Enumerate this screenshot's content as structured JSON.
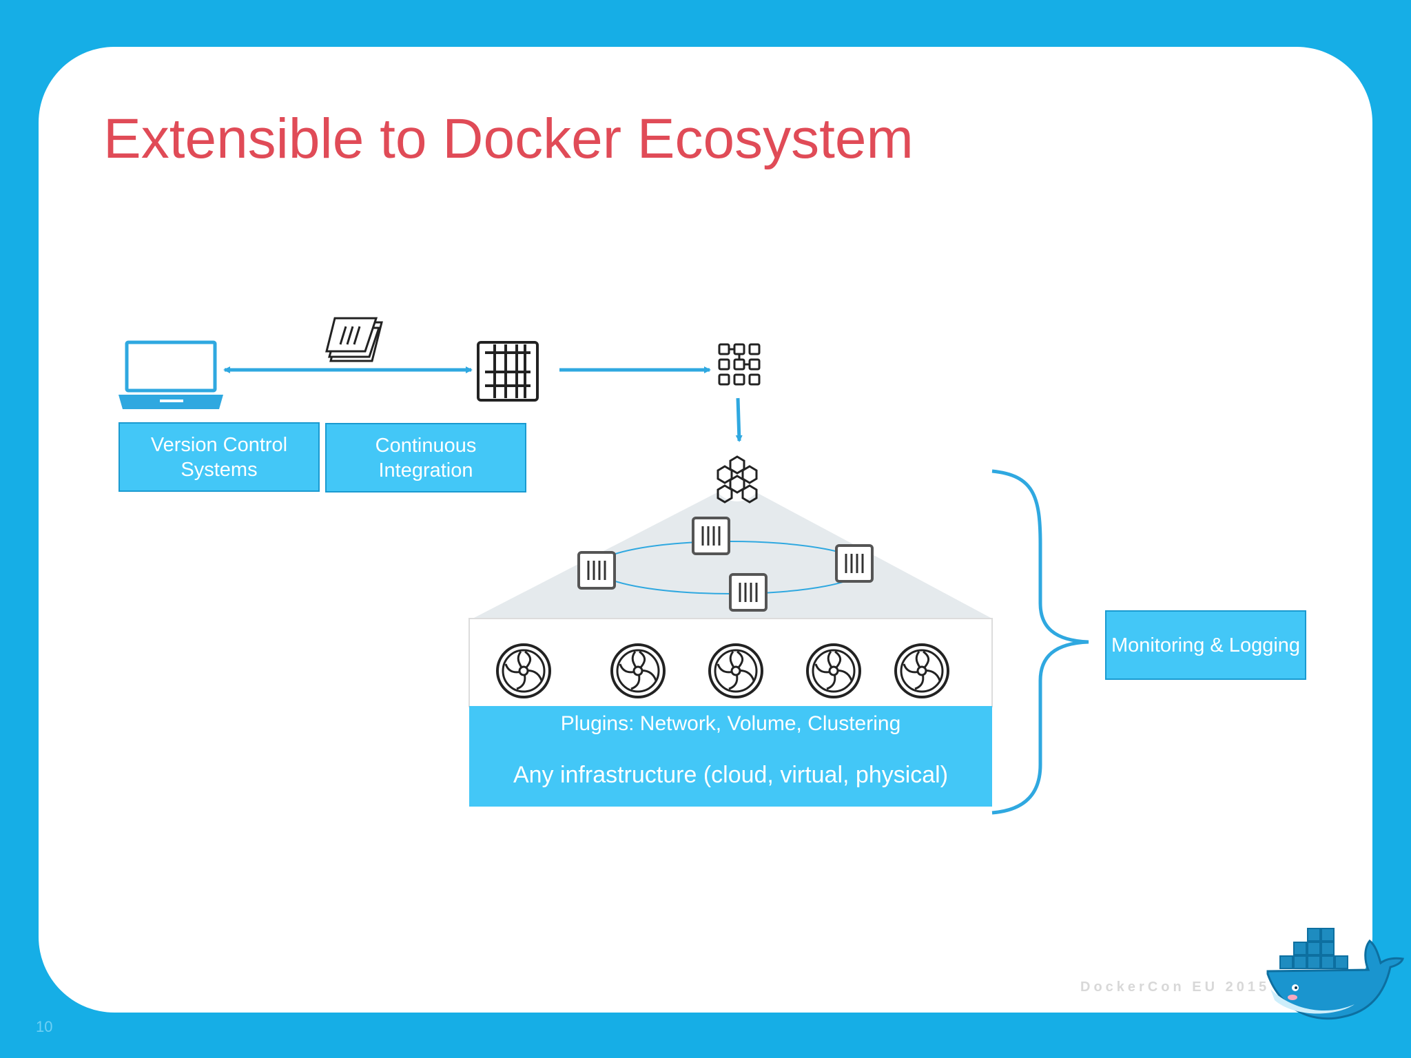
{
  "title": "Extensible to Docker Ecosystem",
  "boxes": {
    "version_control": "Version Control Systems",
    "continuous_integration": "Continuous Integration",
    "monitoring": "Monitoring & Logging"
  },
  "infrastructure": {
    "plugins": "Plugins:  Network, Volume, Clustering",
    "infra": "Any infrastructure (cloud, virtual, physical)"
  },
  "footer": {
    "event": "DockerCon EU 2015",
    "page_number": "10"
  },
  "icons": [
    "laptop-icon",
    "files-icon",
    "registry-icon",
    "tiles-icon",
    "hexagon-cluster-icon",
    "container-icon",
    "host-fan-icon",
    "docker-whale-logo"
  ],
  "colors": {
    "frame": "#16aee6",
    "box": "#43c7f7",
    "arrow": "#2fa8e0",
    "title": "#e04b57"
  }
}
